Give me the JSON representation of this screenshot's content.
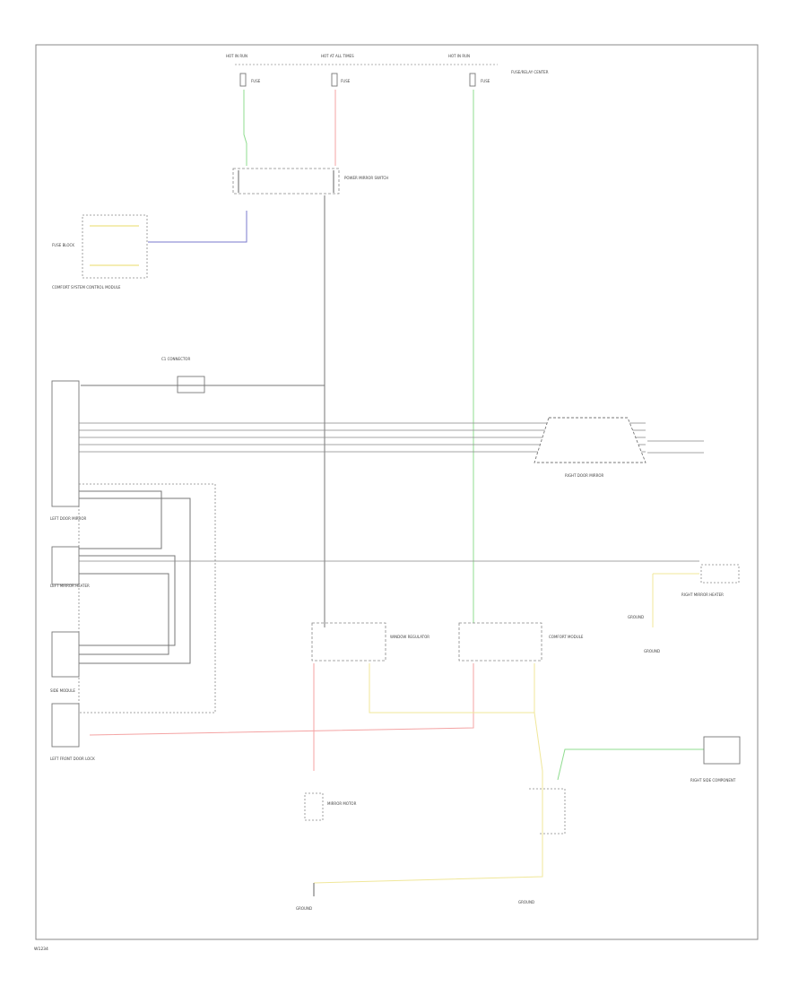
{
  "colors": {
    "green": "#8fdc8f",
    "red": "#f4a3a3",
    "yellow": "#f0e79a",
    "blue": "#7a7acc",
    "gray": "#6a6a6a"
  },
  "fuses": {
    "left_header": "HOT IN RUN",
    "left_label": "FUSE",
    "center_header": "HOT AT ALL TIMES",
    "center_label": "FUSE",
    "right_header": "HOT IN RUN",
    "right_label": "FUSE",
    "right_note": "FUSE/RELAY CENTER"
  },
  "components": {
    "power_mirror_switch": "POWER MIRROR SWITCH",
    "left_module": "COMFORT SYSTEM CONTROL MODULE",
    "fuse_block_top": "FUSE BLOCK",
    "center_connector": "C1 CONNECTOR",
    "left_door_mirror": "LEFT DOOR MIRROR",
    "right_door_mirror": "RIGHT DOOR MIRROR",
    "left_door_lock": "LEFT FRONT DOOR LOCK",
    "window_regulator": "WINDOW REGULATOR",
    "ground_left": "GROUND",
    "ground_right": "GROUND",
    "left_mirror_heater": "LEFT MIRROR HEATER",
    "right_mirror_heater": "RIGHT MIRROR HEATER",
    "comfort_module_right": "COMFORT MODULE",
    "right_side_component": "RIGHT SIDE COMPONENT",
    "ground_right_mid": "GROUND",
    "ground_bottom": "GROUND",
    "side_module": "SIDE MODULE",
    "mirror_motor": "MIRROR MOTOR"
  },
  "footer": {
    "code": "W1234"
  }
}
